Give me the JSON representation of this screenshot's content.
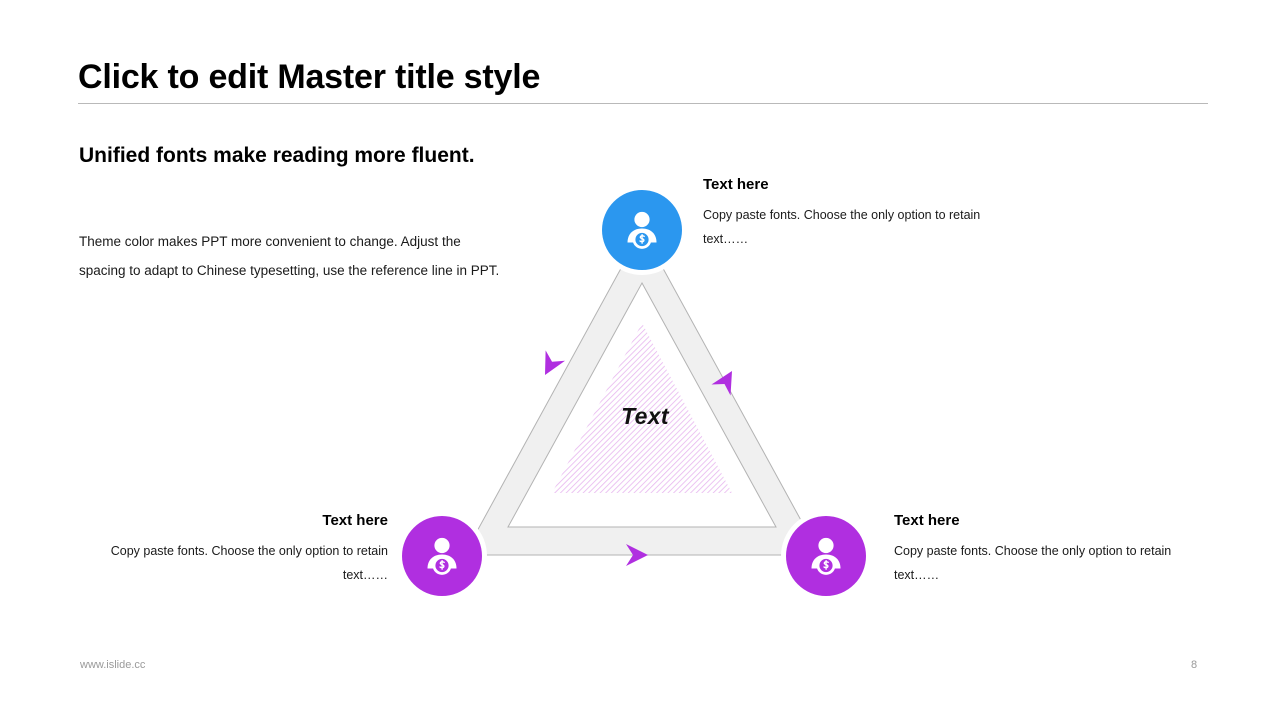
{
  "header": {
    "title": "Click to edit Master title style"
  },
  "intro": {
    "heading": "Unified fonts make reading more fluent.",
    "body": "Theme color makes PPT more convenient to change. Adjust the spacing to adapt to Chinese typesetting, use the reference line in PPT."
  },
  "diagram": {
    "center_label": "Text",
    "nodes": [
      {
        "position": "top",
        "color": "#2b97ef",
        "icon": "person-dollar-icon"
      },
      {
        "position": "left",
        "color": "#b02fe0",
        "icon": "person-dollar-icon"
      },
      {
        "position": "right",
        "color": "#b02fe0",
        "icon": "person-dollar-icon"
      }
    ],
    "arrows": [
      {
        "name": "arrow-left-edge",
        "color": "#b02fe0",
        "direction": "down-left"
      },
      {
        "name": "arrow-right-edge",
        "color": "#b02fe0",
        "direction": "up-left"
      },
      {
        "name": "arrow-bottom-edge",
        "color": "#b02fe0",
        "direction": "right"
      }
    ],
    "band_color": "#f0f0f0",
    "band_outline_color": "#b3b3b3",
    "hatch_color": "#e7b6ef"
  },
  "callouts": [
    {
      "title": "Text here",
      "body": "Copy paste fonts. Choose the only option to retain text……"
    },
    {
      "title": "Text here",
      "body": "Copy paste fonts. Choose the only option to retain text……"
    },
    {
      "title": "Text here",
      "body": "Copy paste fonts. Choose the only option to retain text……"
    }
  ],
  "footer": {
    "url": "www.islide.cc",
    "page_number": "8"
  }
}
